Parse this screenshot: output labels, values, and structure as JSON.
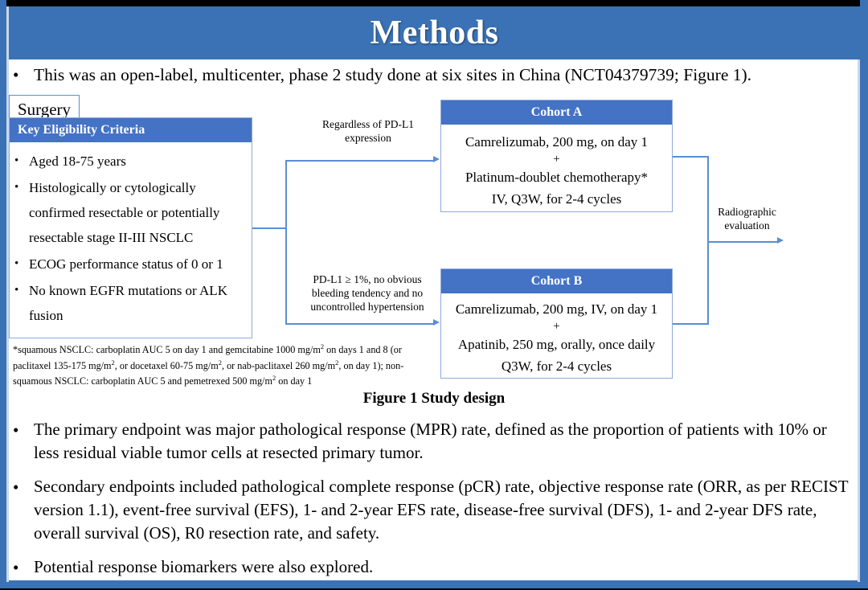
{
  "slide": {
    "title": "Methods",
    "accent_color": "#3a72b5",
    "box_header_color": "#4472c4",
    "connector_color": "#5b8ed0"
  },
  "top_bullet": {
    "dot": "•",
    "text": "This was an open-label, multicenter, phase 2 study done at six sites in China (NCT04379739; Figure 1)."
  },
  "diagram": {
    "eligibility": {
      "header": "Key  Eligibility Criteria",
      "dot": "•",
      "items": [
        "Aged 18-75 years",
        "Histologically or cytologically confirmed resectable or potentially resectable stage II-III  NSCLC",
        "ECOG performance status of 0 or 1",
        "No known EGFR mutations or ALK fusion"
      ]
    },
    "edge_labels": {
      "upper": "Regardless  of PD-L1 expression",
      "lower": "PD-L1 ≥ 1%, no obvious bleeding tendency  and no uncontrolled  hypertension",
      "right": "Radiographic evaluation"
    },
    "cohort_a": {
      "header": "Cohort A",
      "line1": "Camrelizumab, 200 mg, on day 1",
      "plus": "+",
      "line2": "Platinum-doublet chemotherapy*",
      "line3": "IV, Q3W, for 2-4 cycles"
    },
    "cohort_b": {
      "header": "Cohort B",
      "line1": "Camrelizumab, 200 mg, IV, on day 1",
      "plus": "+",
      "line2": "Apatinib, 250 mg, orally, once daily",
      "line3": "Q3W, for 2-4 cycles"
    },
    "surgery": "Surgery",
    "footnote_parts": {
      "p1": "*squamous NSCLC: carboplatin AUC 5 on day 1 and gemcitabine 1000 mg/m",
      "sup1": "2",
      "p2": " on days 1 and 8 (or paclitaxel  135-175  mg/m",
      "sup2": "2",
      "p3": ", or docetaxel 60-75 mg/m",
      "sup3": "2",
      "p4": ", or nab-paclitaxel 260 mg/m",
      "sup4": "2",
      "p5": ", on day 1); non-squamous NSCLC: carboplatin AUC 5 and pemetrexed 500 mg/m",
      "sup5": "2",
      "p6": " on day 1"
    }
  },
  "caption": "Figure 1 Study design",
  "bottom_bullets": [
    {
      "dot": "•",
      "text": "The primary endpoint was major pathological response (MPR) rate, defined as the proportion of patients with 10% or less residual viable tumor cells at resected primary tumor."
    },
    {
      "dot": "•",
      "text": "Secondary endpoints included pathological complete response (pCR) rate, objective  response rate (ORR, as per RECIST version 1.1), event-free survival (EFS), 1- and 2-year EFS rate, disease-free survival (DFS), 1- and 2-year DFS rate, overall survival (OS), R0 resection rate, and safety."
    },
    {
      "dot": "•",
      "text": "Potential response biomarkers were also explored."
    }
  ]
}
